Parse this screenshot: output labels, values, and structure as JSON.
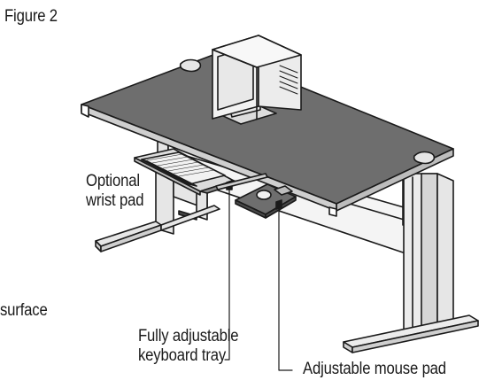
{
  "figure": {
    "title": "Figure 2"
  },
  "callouts": {
    "wrist_pad": {
      "line1": "Optional",
      "line2": "wrist pad"
    },
    "work_surface": "surface",
    "keyboard_tray": {
      "line1": "Fully adjustable",
      "line2": "keyboard tray"
    },
    "mouse_pad": "Adjustable mouse pad"
  },
  "colors": {
    "desktop": "#6e6e6e",
    "desktop_edge": "#bdbdbd",
    "frame": "#e6e6e6",
    "outline": "#1a1a1a",
    "monitor": "#f2f2f2"
  }
}
